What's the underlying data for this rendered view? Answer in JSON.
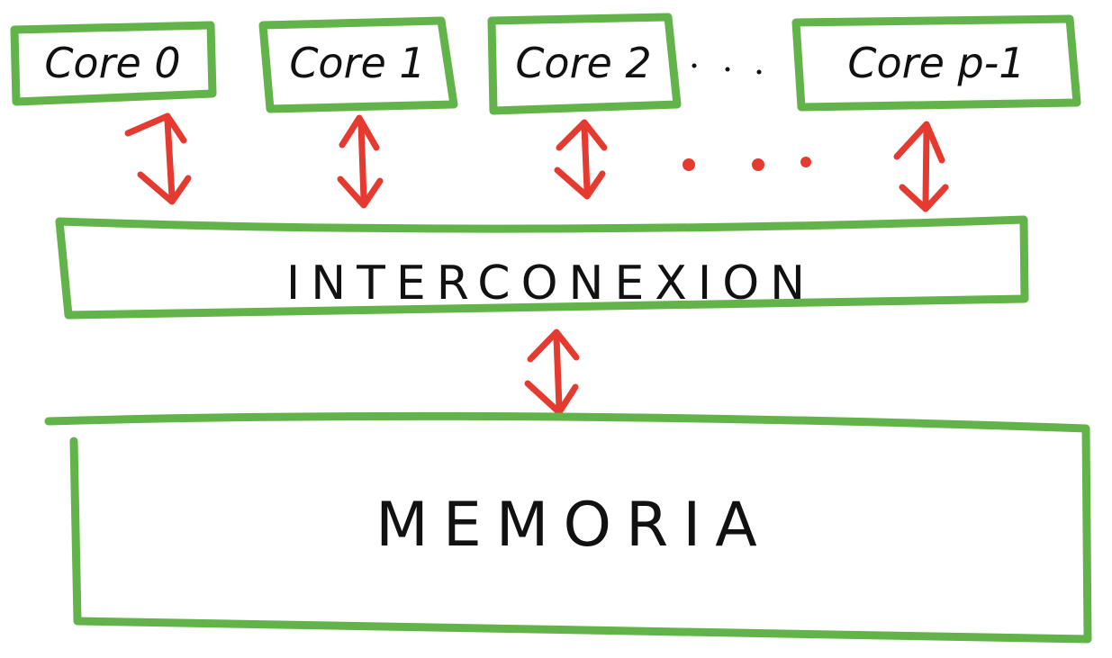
{
  "cores": [
    {
      "label": "Core 0"
    },
    {
      "label": "Core 1"
    },
    {
      "label": "Core 2"
    },
    {
      "label": "Core p-1"
    }
  ],
  "interconnect": {
    "label": "INTERCONEXION"
  },
  "memory": {
    "label": "MEMORIA"
  },
  "colors": {
    "box_stroke": "#62b34a",
    "arrow": "#e53a2f",
    "text": "#111111"
  }
}
